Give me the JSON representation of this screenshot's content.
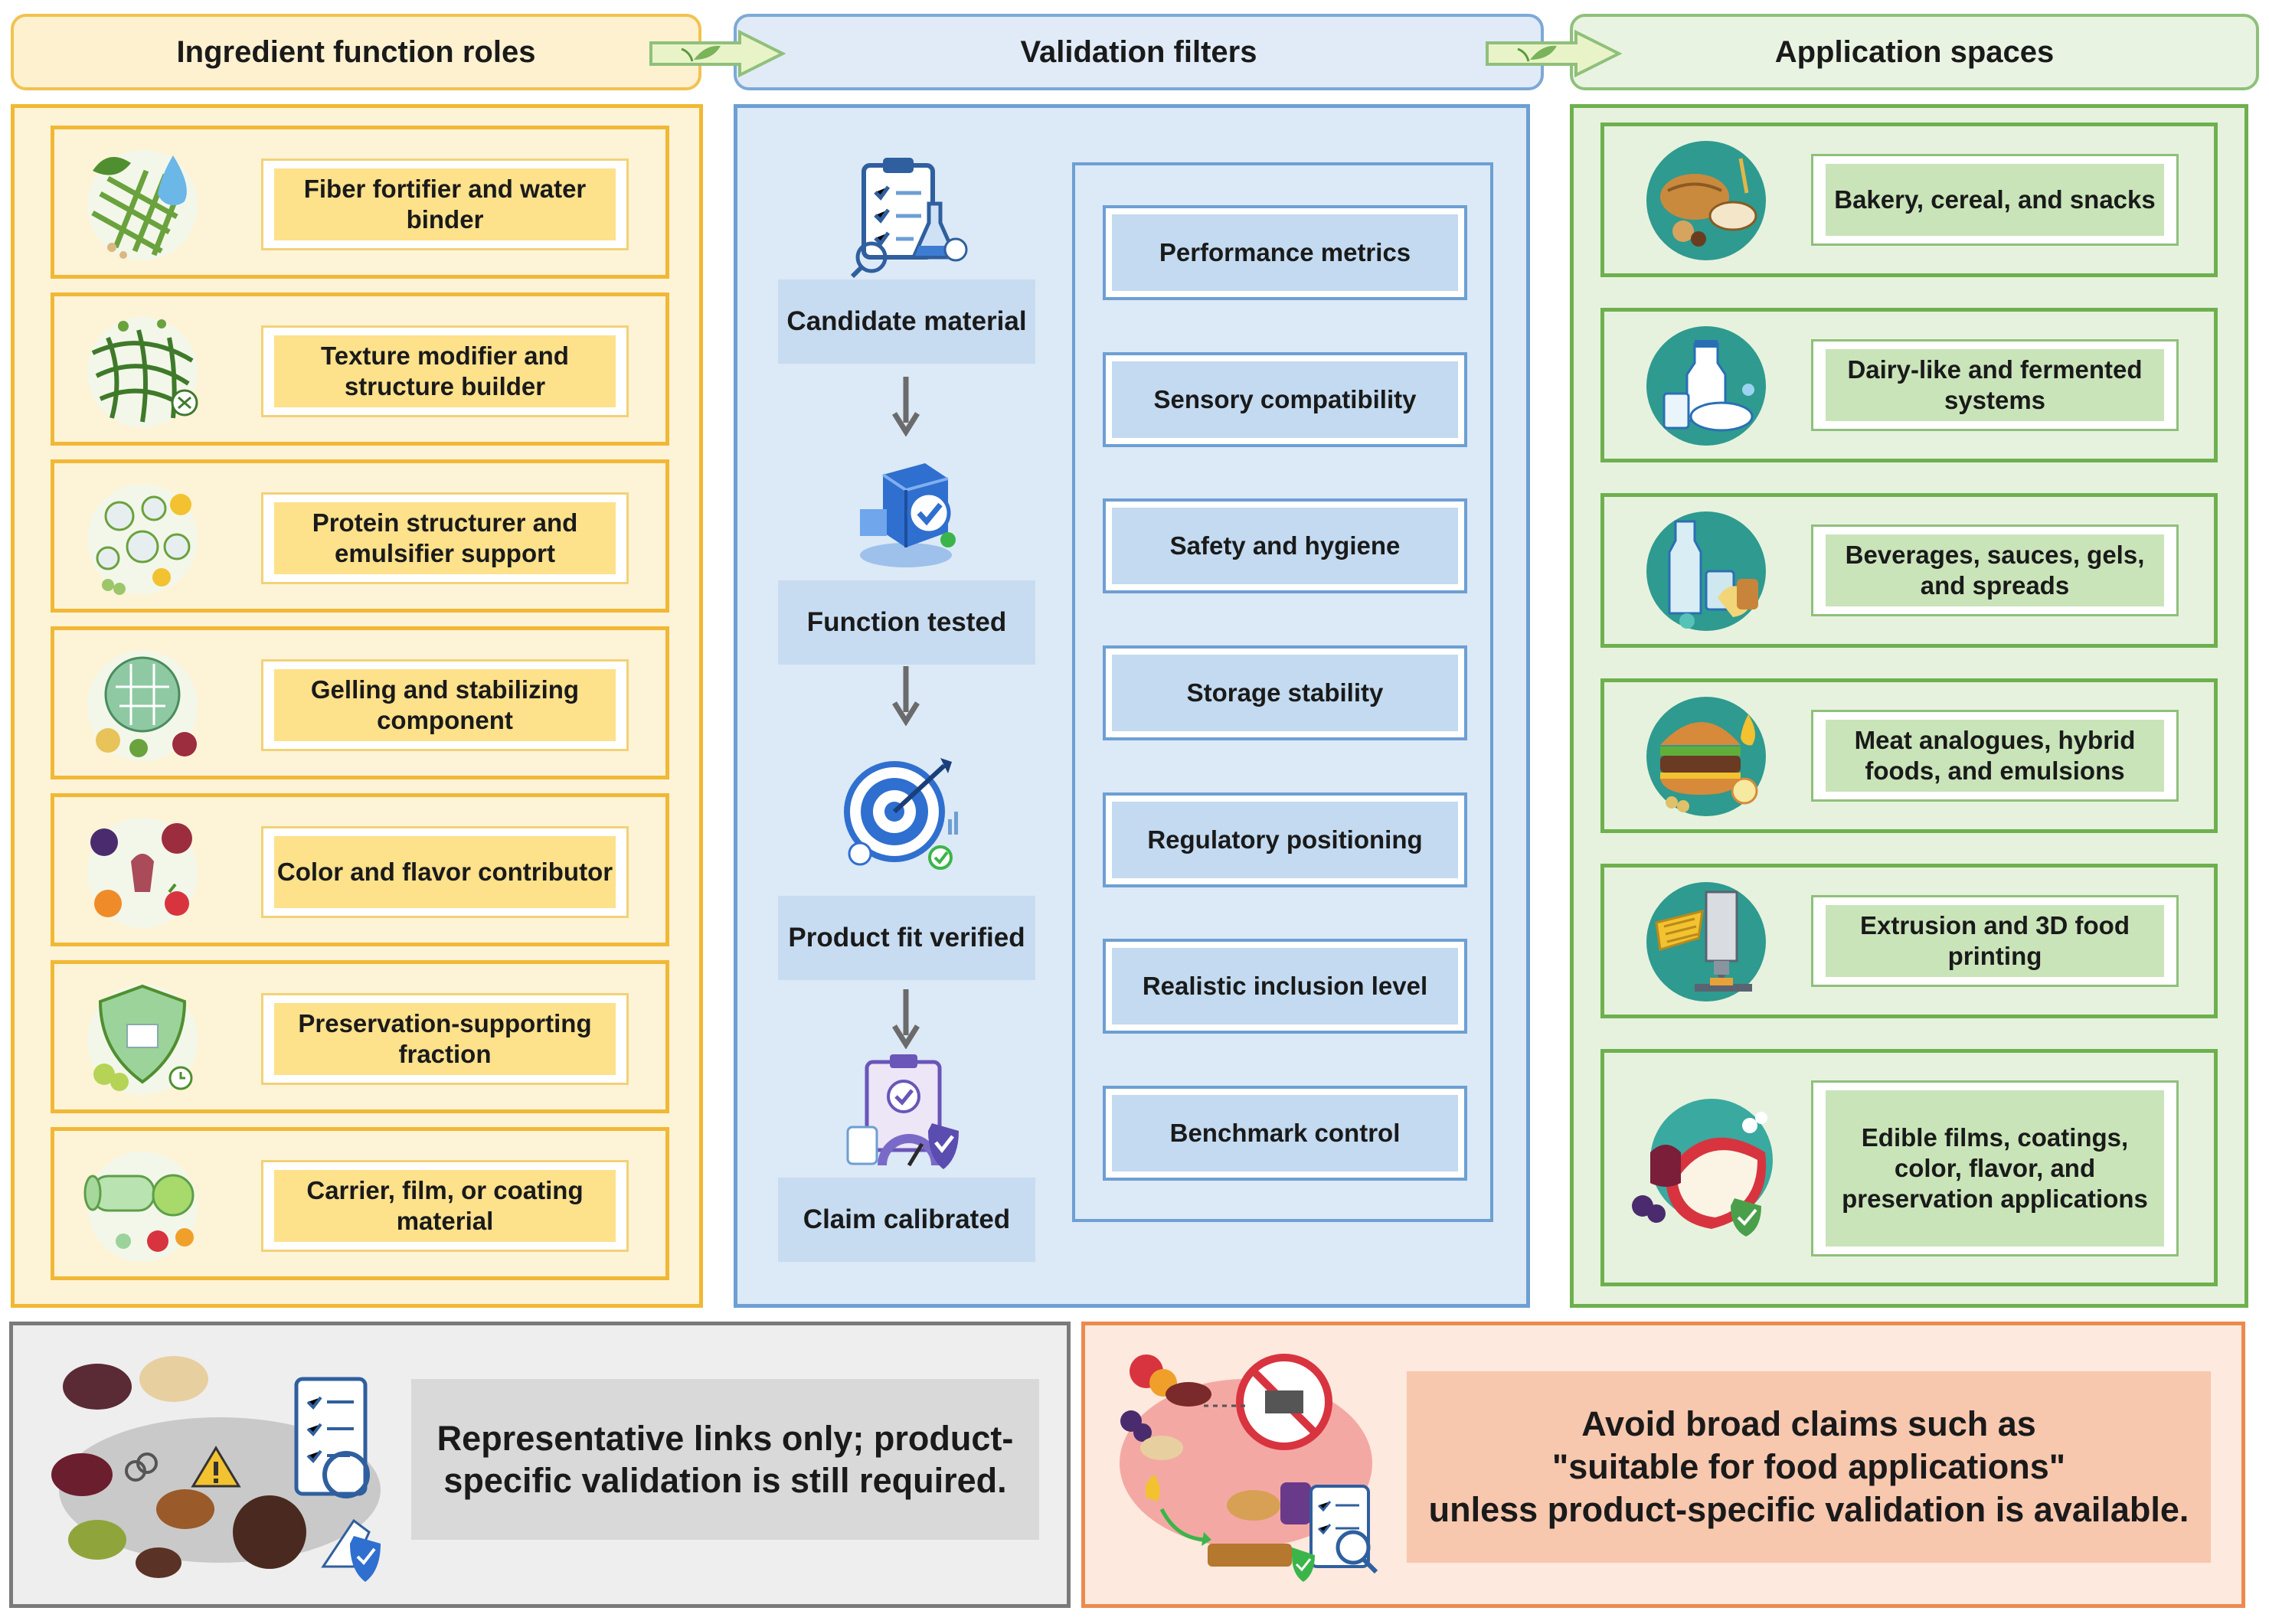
{
  "headers": {
    "roles": "Ingredient function roles",
    "validation": "Validation filters",
    "applications": "Application spaces"
  },
  "roles": [
    {
      "label": "Fiber fortifier and water binder",
      "icon": "fiber-water-icon"
    },
    {
      "label": "Texture modifier and structure builder",
      "icon": "texture-network-icon"
    },
    {
      "label": "Protein structurer and emulsifier support",
      "icon": "protein-emulsion-icon"
    },
    {
      "label": "Gelling and stabilizing component",
      "icon": "gel-stabilizer-icon"
    },
    {
      "label": "Color and flavor contributor",
      "icon": "color-flavor-icon"
    },
    {
      "label": "Preservation-supporting fraction",
      "icon": "preservation-shield-icon"
    },
    {
      "label": "Carrier, film, or coating material",
      "icon": "film-coating-icon"
    }
  ],
  "validation_steps": [
    {
      "label": "Candidate material",
      "icon": "clipboard-flask-icon"
    },
    {
      "label": "Function tested",
      "icon": "cube-check-icon"
    },
    {
      "label": "Product fit verified",
      "icon": "target-icon"
    },
    {
      "label": "Claim calibrated",
      "icon": "claim-gauge-icon"
    }
  ],
  "filters": [
    "Performance metrics",
    "Sensory compatibility",
    "Safety and hygiene",
    "Storage stability",
    "Regulatory positioning",
    "Realistic inclusion level",
    "Benchmark control"
  ],
  "applications": [
    {
      "label": "Bakery, cereal, and snacks",
      "icon": "bakery-icon"
    },
    {
      "label": "Dairy-like and fermented systems",
      "icon": "dairy-icon"
    },
    {
      "label": "Beverages, sauces, gels, and spreads",
      "icon": "beverage-icon"
    },
    {
      "label": "Meat analogues, hybrid foods, and emulsions",
      "icon": "burger-icon"
    },
    {
      "label": "Extrusion and 3D food printing",
      "icon": "printer-icon"
    },
    {
      "label": "Edible films, coatings, color, flavor, and preservation applications",
      "icon": "apple-film-icon"
    }
  ],
  "bottom": {
    "left_text": "Representative links only; product-specific validation is still required.",
    "right_line1": "Avoid broad claims such as",
    "right_line2": "\"suitable for food applications\"",
    "right_line3": "unless product-specific validation is available."
  },
  "colors": {
    "yellow": "#f1b835",
    "blue": "#6d9fd3",
    "green": "#6eb04e",
    "gray": "#7a7a7a",
    "orange": "#ec8a4e"
  }
}
